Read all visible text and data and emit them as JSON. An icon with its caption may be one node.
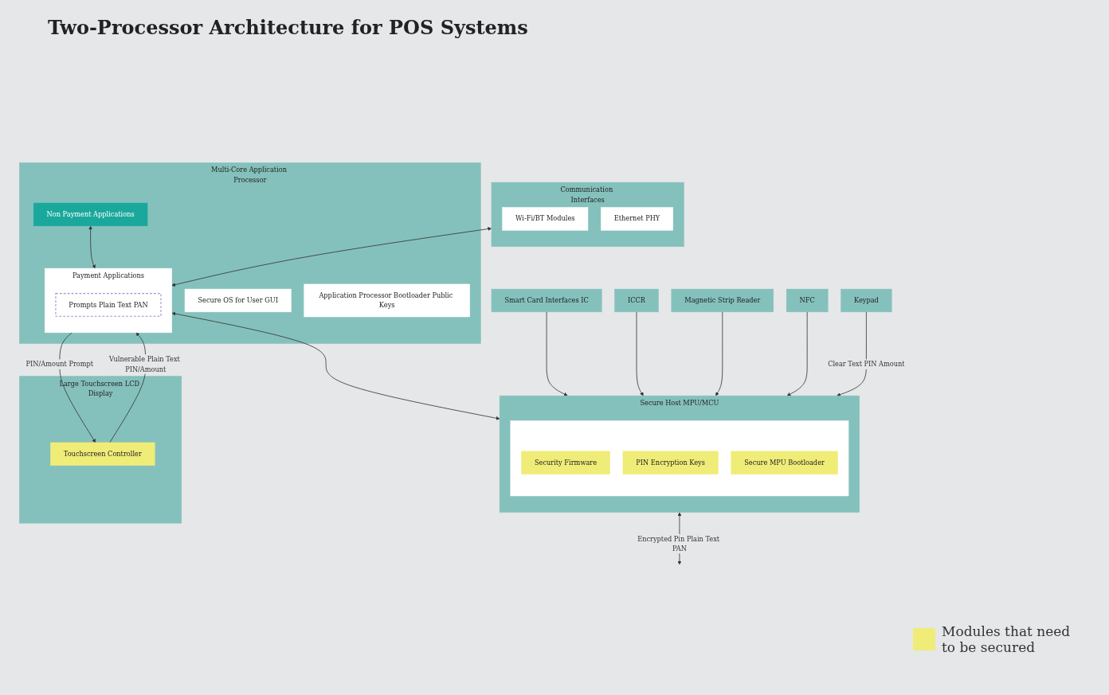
{
  "diagram": {
    "title": "Two-Processor Architecture for POS Systems",
    "nodes": [
      {
        "text": [
          "Multi-Core Application Processor"
        ]
      },
      {
        "text": [
          "Non Payment Applications"
        ],
        "in": 0
      },
      {
        "text": [
          "Payment Applications"
        ],
        "in": 0
      },
      {
        "text": [
          "Prompts Plain Text PAN"
        ],
        "in": 2
      },
      {
        "text": [
          "Secure OS for User GUI"
        ],
        "in": 0
      },
      {
        "text": [
          "Application Processor Bootloader Public Keys"
        ],
        "in": 0
      },
      {
        "text": [
          "Secure Host MPU/MCU"
        ]
      },
      {
        "text": [],
        "shape": "box",
        "in": 6
      },
      {
        "text": [
          "Security Firmware"
        ],
        "in": 7
      },
      {
        "text": [
          "PIN Encryption Keys"
        ],
        "in": 7
      },
      {
        "text": [
          "Secure MPU Bootloader"
        ],
        "in": 7
      },
      {
        "text": [
          "Smart Card Interfaces IC"
        ]
      },
      {
        "text": [
          "ICCR"
        ]
      },
      {
        "text": [
          "Magnetic Strip Reader"
        ]
      },
      {
        "text": [
          "NFC"
        ]
      },
      {
        "text": [
          "Communication Interfaces"
        ]
      },
      {
        "text": [
          "Wi-Fi/BT Modules"
        ],
        "in": 15
      },
      {
        "text": [
          "Ethernet PHY"
        ],
        "in": 15
      },
      {
        "text": [
          "Large Touchscreen LCD Display"
        ]
      },
      {
        "text": [
          "Touchscreen Controller"
        ],
        "in": 18
      },
      {
        "text": [
          "Keypad"
        ]
      }
    ],
    "edges": [
      {
        "from": 1,
        "to": 2,
        "arrow": "both"
      },
      {
        "from": 2,
        "to": 6,
        "arrow": "both"
      },
      {
        "from": 6,
        "to": null,
        "arrow": "both",
        "label": "Encrypted Pin Plain Text PAN"
      },
      {
        "from": 11,
        "to": 6,
        "arrow": "to"
      },
      {
        "from": 12,
        "to": 6,
        "arrow": "to"
      },
      {
        "from": 13,
        "to": 6,
        "arrow": "to"
      },
      {
        "from": 14,
        "to": 6,
        "arrow": "to"
      },
      {
        "from": 15,
        "to": 2,
        "arrow": "both"
      },
      {
        "from": 2,
        "to": 19,
        "arrow": "to",
        "label": "PIN/Amount Prompt"
      },
      {
        "from": 19,
        "to": 2,
        "arrow": "to",
        "label": "Vulnerable Plain Text PIN/Amount"
      },
      {
        "from": 20,
        "to": 6,
        "arrow": "to",
        "label": "Clear Text PIN Amount"
      }
    ],
    "legend": [
      {
        "text": "Modules that need to be secured",
        "color": "#f0ec78"
      }
    ]
  }
}
